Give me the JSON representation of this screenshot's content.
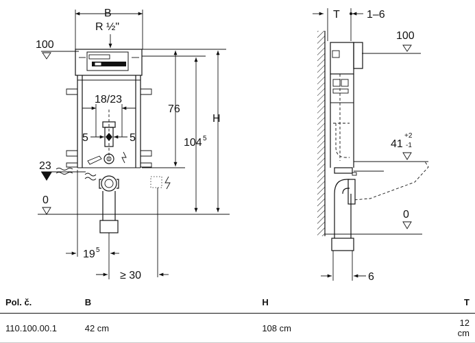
{
  "front_view": {
    "dim_width_label": "B",
    "connection_label": "R ½\"",
    "label_100": "100",
    "label_76": "76",
    "label_104": "104",
    "label_104_sup": "5",
    "label_H": "H",
    "label_18_23": "18/23",
    "label_5_left": "5",
    "label_5_right": "5",
    "label_23": "23",
    "label_0": "0",
    "label_19": "19",
    "label_19_sup": "5",
    "label_30": "≥ 30"
  },
  "side_view": {
    "label_T": "T",
    "label_1_6": "1–6",
    "label_100": "100",
    "label_41": "41",
    "label_41_plus": "+2",
    "label_41_minus": "-1",
    "label_0": "0",
    "label_6": "6"
  },
  "table": {
    "headers": [
      "Pol. č.",
      "B",
      "H",
      "T"
    ],
    "rows": [
      [
        "110.100.00.1",
        "42 cm",
        "108 cm",
        "12 cm"
      ]
    ]
  }
}
